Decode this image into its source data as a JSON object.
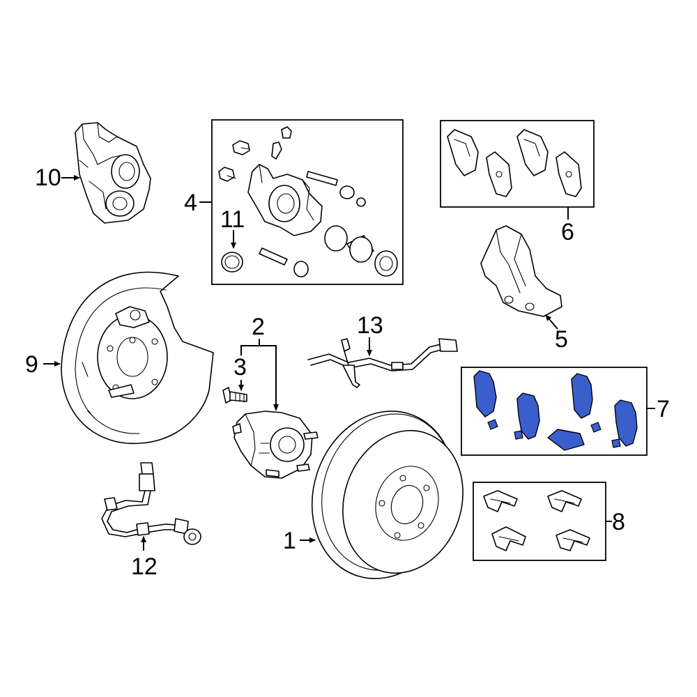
{
  "colors": {
    "line": "#000000",
    "background": "#ffffff",
    "highlight": "#3a5fcd"
  },
  "callouts": {
    "c1": "1",
    "c2": "2",
    "c3": "3",
    "c4": "4",
    "c5": "5",
    "c6": "6",
    "c7": "7",
    "c8": "8",
    "c9": "9",
    "c10": "10",
    "c11": "11",
    "c12": "12",
    "c13": "13"
  }
}
